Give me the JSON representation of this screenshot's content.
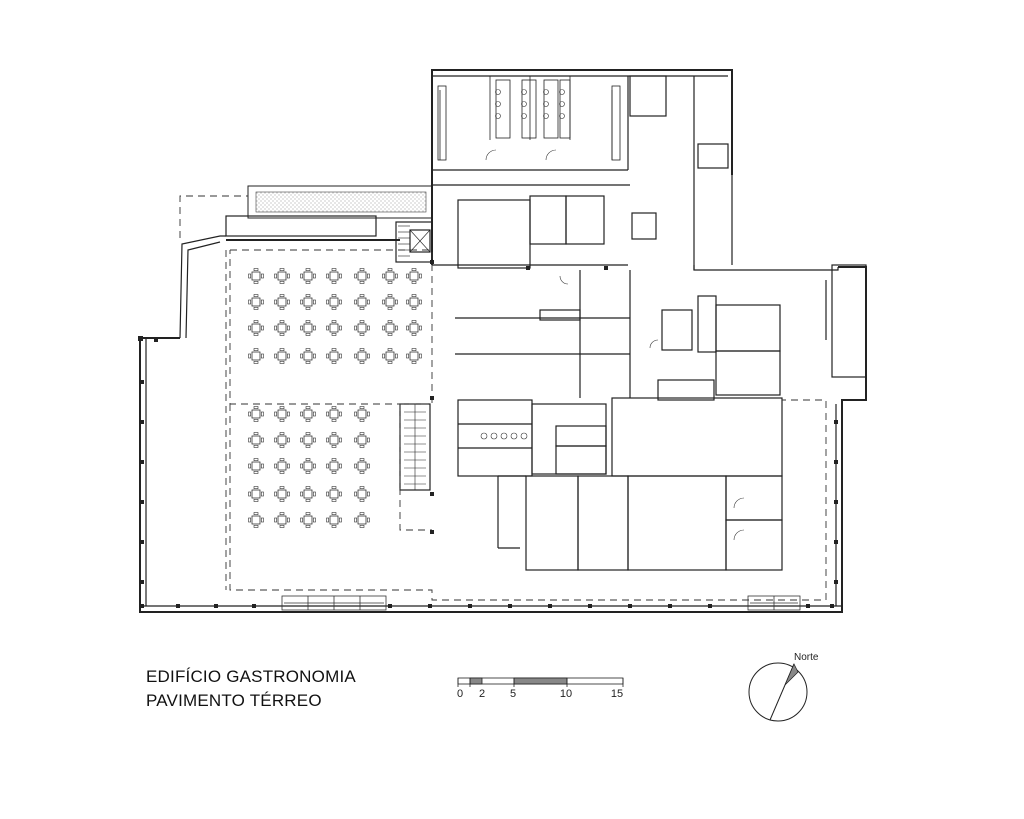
{
  "title": {
    "line1": "EDIFÍCIO GASTRONOMIA",
    "line2": "PAVIMENTO TÉRREO"
  },
  "scale_bar": {
    "ticks": [
      "0",
      "2",
      "5",
      "10",
      "15"
    ]
  },
  "north_arrow": {
    "label": "Norte"
  },
  "colors": {
    "line": "#222222",
    "background": "#ffffff",
    "hatch": "#888888"
  }
}
